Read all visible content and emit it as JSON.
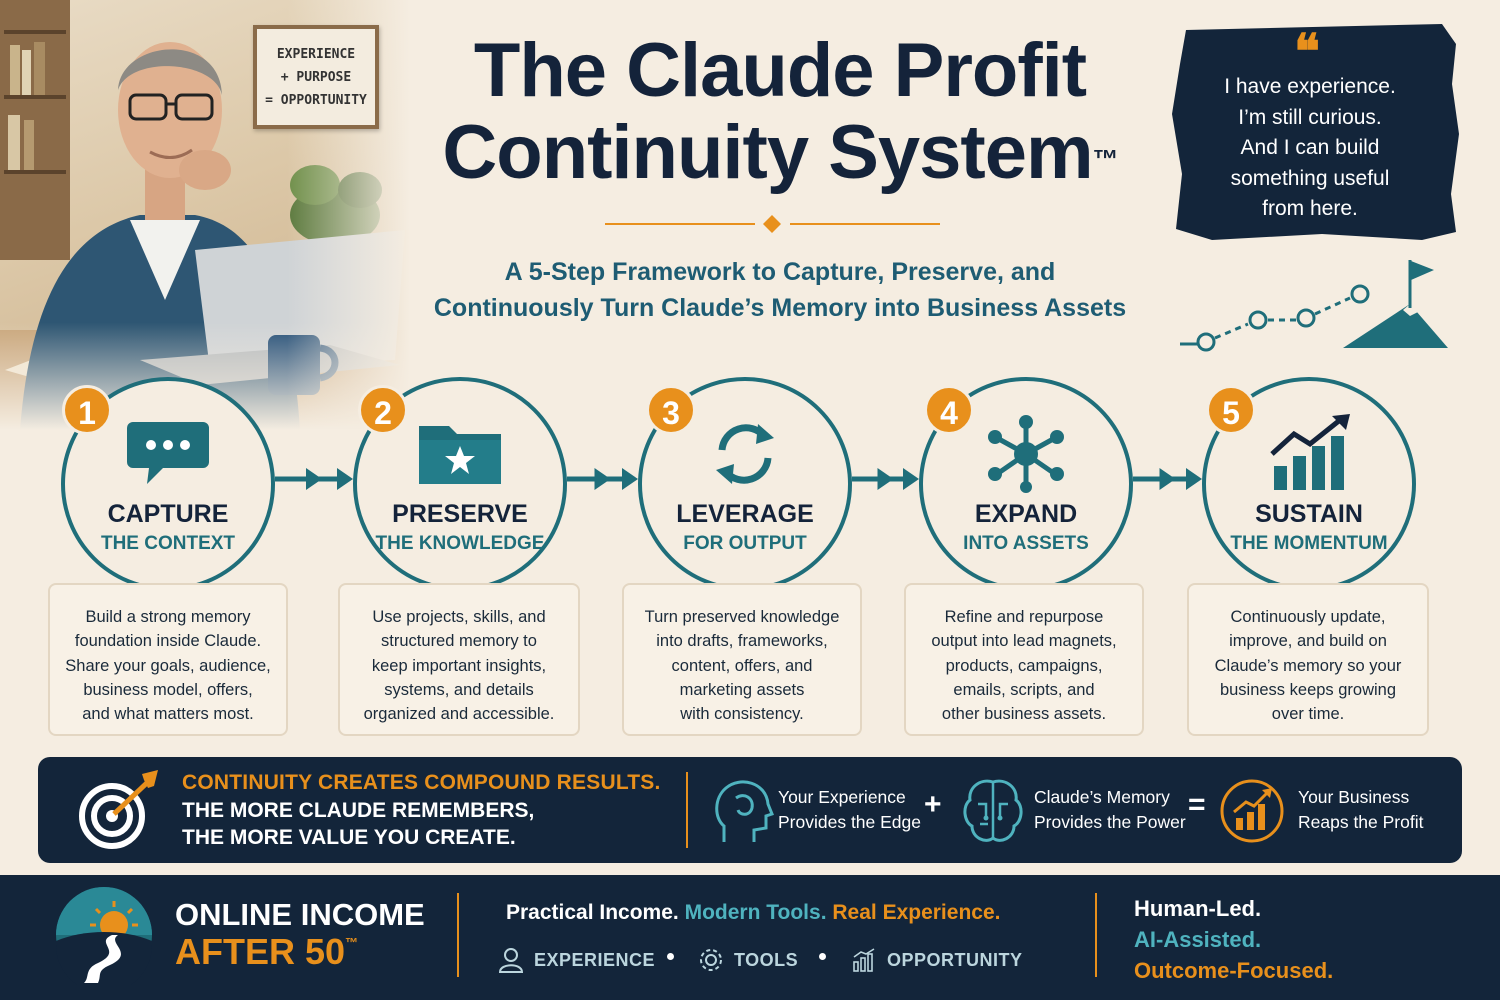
{
  "sign": {
    "line1": "EXPERIENCE",
    "line2": "+ PURPOSE",
    "line3": "= OPPORTUNITY"
  },
  "title": {
    "line1": "The Claude Profit",
    "line2": "Continuity System",
    "mark": "™"
  },
  "subtitle": {
    "line1": "A 5-Step Framework to Capture, Preserve, and",
    "line2": "Continuously Turn Claude’s Memory into Business Assets"
  },
  "quote": {
    "mark": "❝",
    "lines": [
      "I have experience.",
      "I’m still curious.",
      "And I can build",
      "something useful",
      "from here."
    ]
  },
  "steps": [
    {
      "num": "1",
      "title": "CAPTURE",
      "sub": "THE CONTEXT",
      "icon": "chat-bubble-icon",
      "desc": [
        "Build a strong memory",
        "foundation inside Claude.",
        "Share your goals, audience,",
        "business model, offers,",
        "and what matters most."
      ]
    },
    {
      "num": "2",
      "title": "PRESERVE",
      "sub": "THE KNOWLEDGE",
      "icon": "folder-star-icon",
      "desc": [
        "Use projects, skills, and",
        "structured memory to",
        "keep important insights,",
        "systems, and details",
        "organized and accessible."
      ]
    },
    {
      "num": "3",
      "title": "LEVERAGE",
      "sub": "FOR OUTPUT",
      "icon": "refresh-cycle-icon",
      "desc": [
        "Turn preserved knowledge",
        "into drafts, frameworks,",
        "content, offers, and",
        "marketing assets",
        "with consistency."
      ]
    },
    {
      "num": "4",
      "title": "EXPAND",
      "sub": "INTO ASSETS",
      "icon": "network-nodes-icon",
      "desc": [
        "Refine and repurpose",
        "output into lead magnets,",
        "products, campaigns,",
        "emails, scripts, and",
        "other business assets."
      ]
    },
    {
      "num": "5",
      "title": "SUSTAIN",
      "sub": "THE MOMENTUM",
      "icon": "growth-chart-icon",
      "desc": [
        "Continuously update,",
        "improve, and build on",
        "Claude’s memory so your",
        "business keeps growing",
        "over time."
      ]
    }
  ],
  "banner": {
    "head": "CONTINUITY CREATES COMPOUND RESULTS.",
    "line2": "THE MORE CLAUDE REMEMBERS,",
    "line3": "THE MORE VALUE YOU CREATE.",
    "eq1": [
      "Your Experience",
      "Provides the Edge"
    ],
    "op1": "+",
    "eq2": [
      "Claude’s Memory",
      "Provides the Power"
    ],
    "op2": "=",
    "eq3": [
      "Your Business",
      "Reaps the Profit"
    ]
  },
  "footer": {
    "brand1": "ONLINE INCOME",
    "brand2": "AFTER 50",
    "brand_mark": "™",
    "tag_a": "Practical Income.",
    "tag_b": "Modern Tools.",
    "tag_c": "Real Experience.",
    "pillars": [
      "EXPERIENCE",
      "TOOLS",
      "OPPORTUNITY"
    ],
    "motto": [
      "Human-Led.",
      "AI-Assisted.",
      "Outcome-Focused."
    ]
  },
  "colors": {
    "navy": "#13253a",
    "teal": "#1f6e7a",
    "orange": "#e8901c",
    "cream": "#f5ede1"
  }
}
